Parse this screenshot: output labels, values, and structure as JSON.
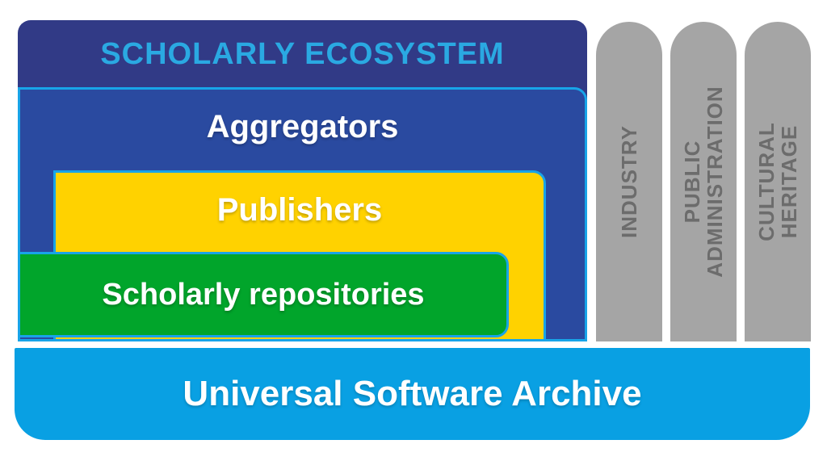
{
  "ecosystem": {
    "title": "SCHOLARLY ECOSYSTEM",
    "layers": [
      {
        "label": "Aggregators"
      },
      {
        "label": "Publishers"
      },
      {
        "label": "Scholarly repositories"
      }
    ]
  },
  "archive": {
    "label": "Universal Software Archive"
  },
  "pillars": [
    {
      "label": "INDUSTRY"
    },
    {
      "label": "PUBLIC\nADMINISTRATION"
    },
    {
      "label": "CULTURAL\nHERITAGE"
    }
  ],
  "colors": {
    "page_bg": "#ffffff",
    "ecosystem_bg": "#313a86",
    "ecosystem_title_text": "#2aa9e2",
    "aggregators_bg": "#2a4aa0",
    "publishers_bg": "#ffd200",
    "repositories_bg": "#01a52b",
    "archive_bg": "#09a0e3",
    "accent_border": "#18a4e8",
    "layer_label_text": "#ffffff",
    "pillar_bg": "#a5a5a5",
    "pillar_text": "#6c6c6c"
  }
}
